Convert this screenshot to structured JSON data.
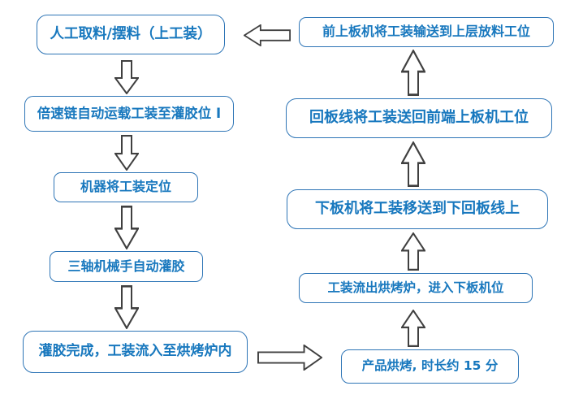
{
  "diagram": {
    "type": "flowchart",
    "language": "zh",
    "left_flow": {
      "direction": "top-to-bottom",
      "steps": [
        "人工取料/摆料（上工装）",
        "倍速链自动运载工装至灌胶位 I",
        "机器将工装定位",
        "三轴机械手自动灌胶",
        "灌胶完成，工装流入至烘烤炉内"
      ]
    },
    "right_flow": {
      "direction": "bottom-to-top",
      "steps": [
        "前上板机将工装输送到上层放料工位",
        "回板线将工装送回前端上板机工位",
        "下板机将工装移送到下回板线上",
        "工装流出烘烤炉，进入下板机位",
        "产品烘烤, 时长约 15 分"
      ]
    },
    "connectors": {
      "left_column_arrows": "down-block-arrow",
      "right_column_arrows": "up-block-arrow",
      "bottom_connector": "right-block-arrow",
      "top_connector": "left-block-arrow"
    },
    "colors": {
      "canvas_bg": "#ffffff",
      "box_border": "#2E75B6",
      "box_text": "#1878BE",
      "arrow_stroke": "#404040",
      "arrow_fill": "#ffffff"
    }
  }
}
